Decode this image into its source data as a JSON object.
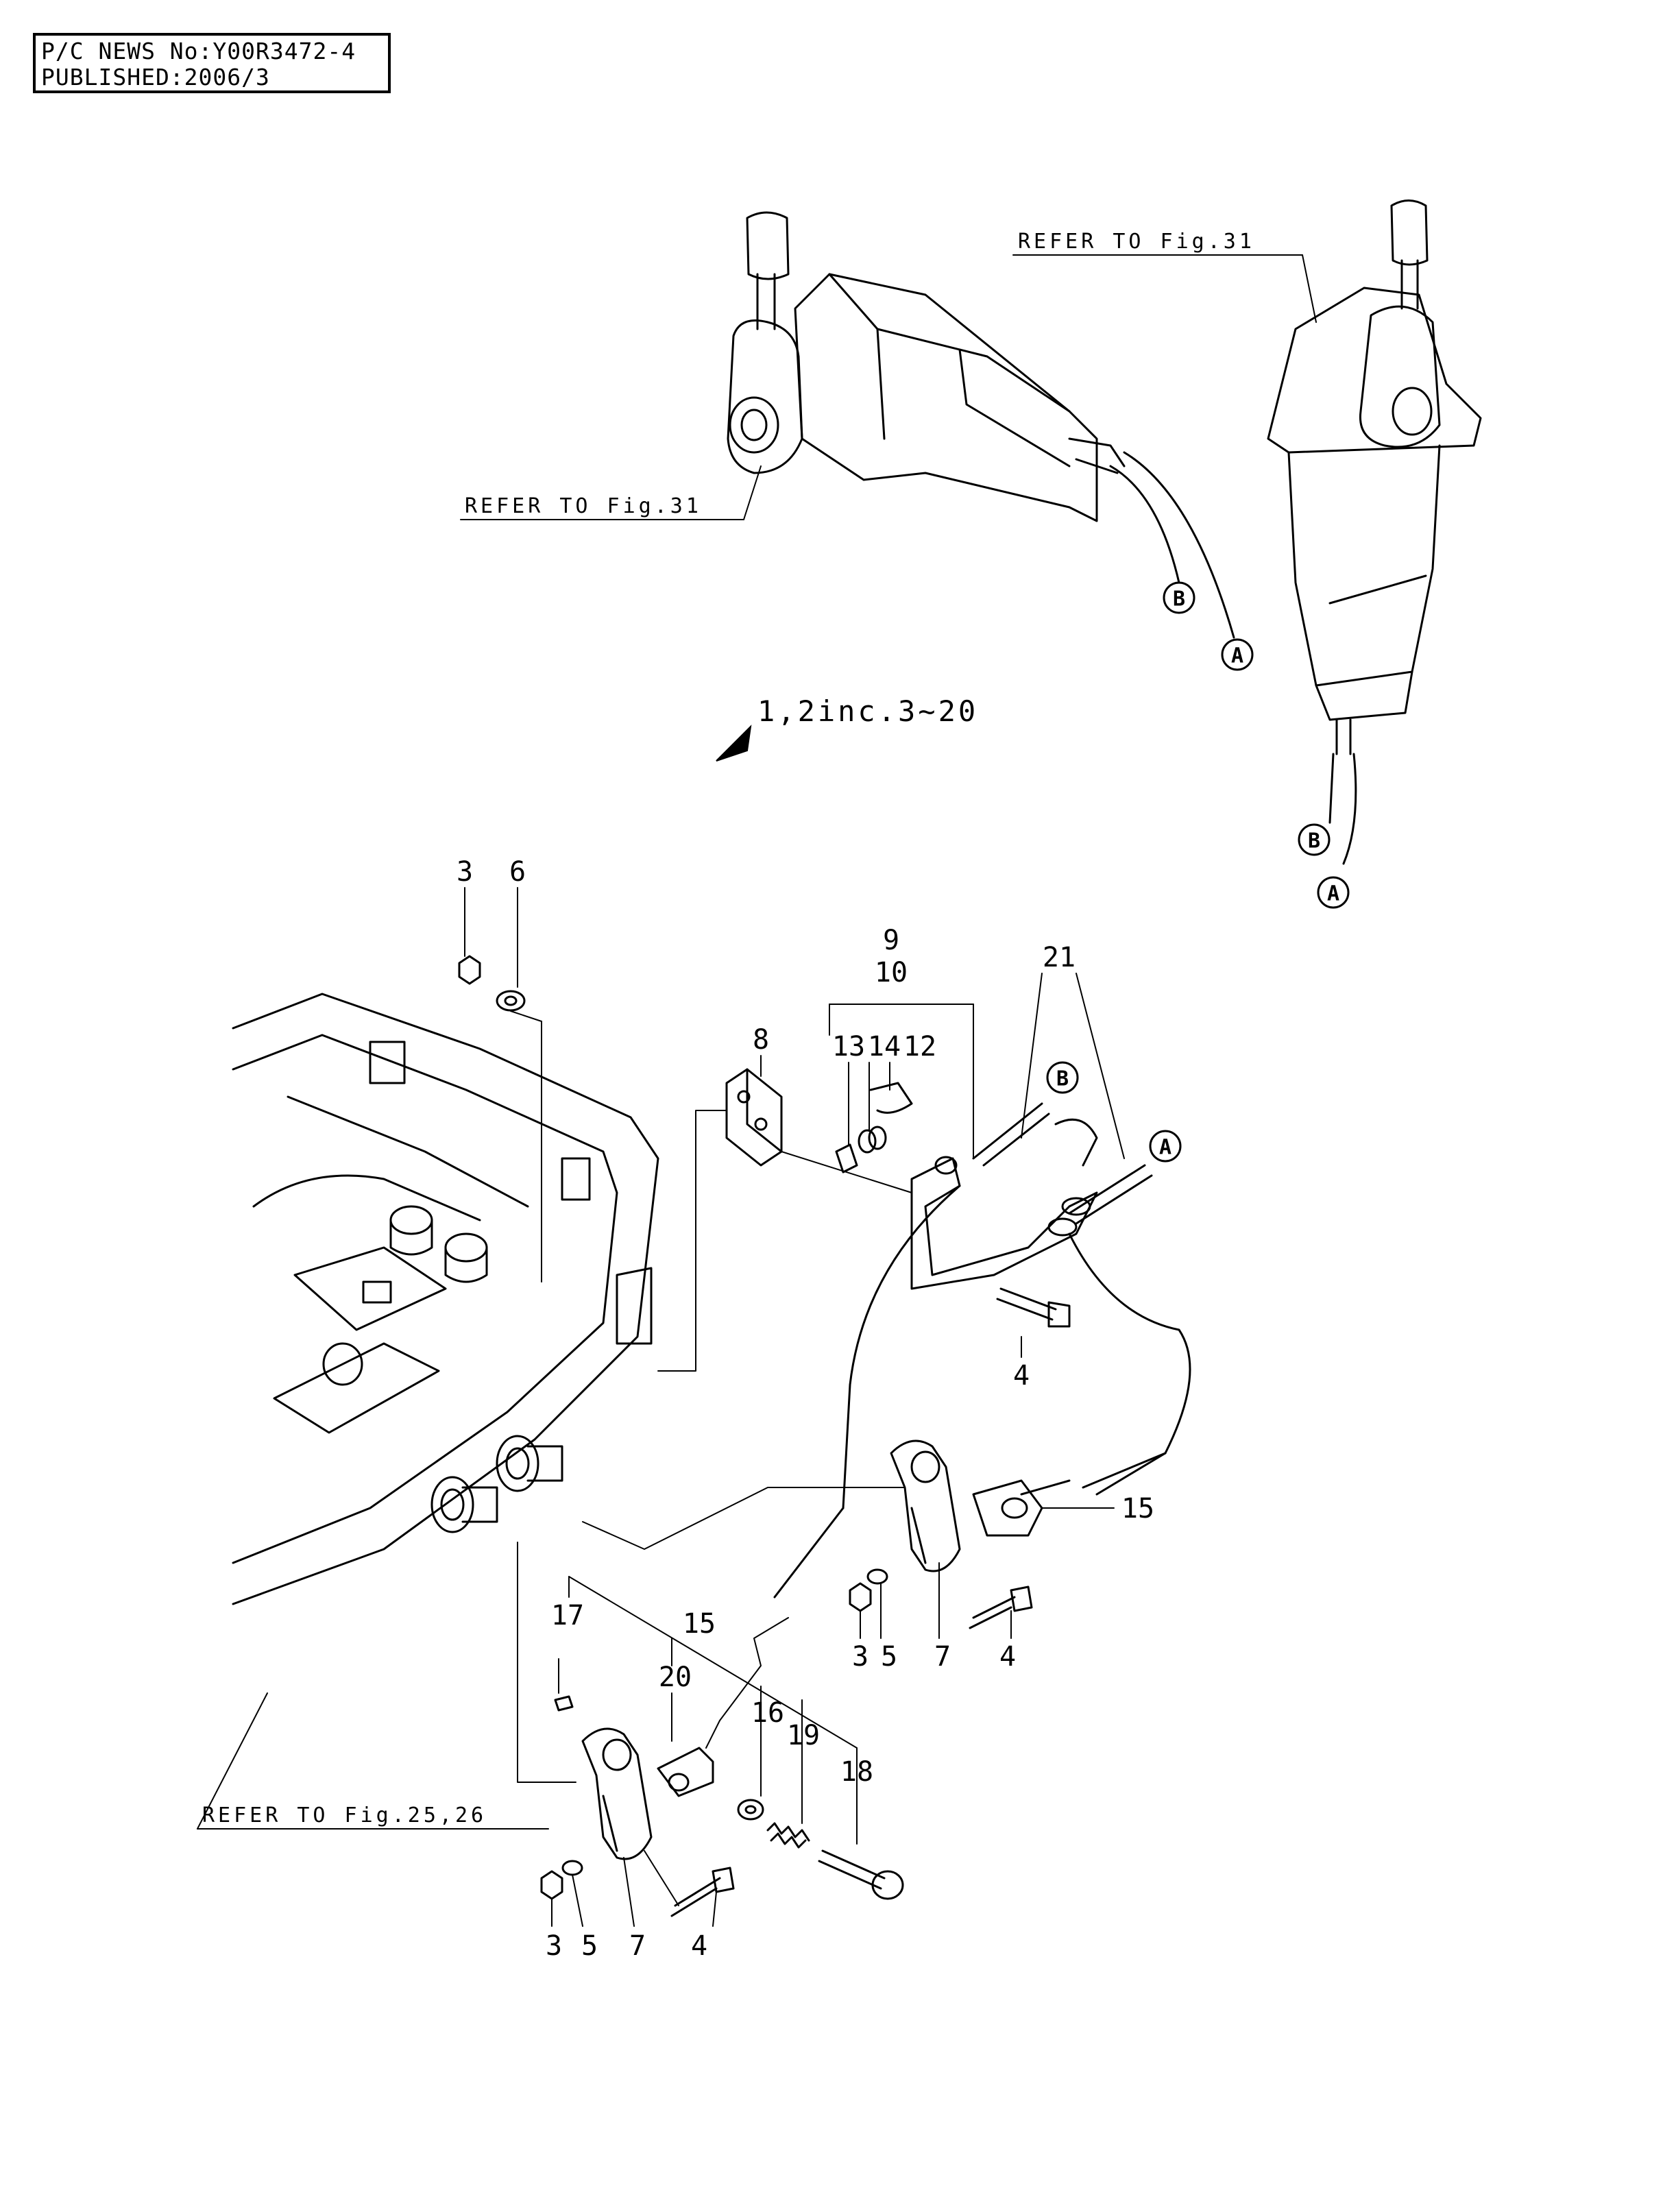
{
  "header": {
    "news_line": "P/C NEWS No:Y00R3472-4",
    "published_line": "PUBLISHED:2006/3"
  },
  "refs": {
    "top_left": "REFER TO Fig.31",
    "top_right": "REFER TO Fig.31",
    "bottom_left": "REFER TO Fig.25,26"
  },
  "assembly_label": "1,2inc.3~20",
  "callouts": {
    "A": "A",
    "B": "B"
  },
  "part_numbers": {
    "p3_top": "3",
    "p6_top": "6",
    "p8": "8",
    "p9": "9",
    "p10": "10",
    "p13": "13",
    "p14": "14",
    "p12": "12",
    "p21": "21",
    "p4_mid": "4",
    "p15_right": "15",
    "p3_mid": "3",
    "p5_mid": "5",
    "p7_mid": "7",
    "p4_mid2": "4",
    "p17": "17",
    "p15_low": "15",
    "p20": "20",
    "p16": "16",
    "p19": "19",
    "p18": "18",
    "p3_low": "3",
    "p5_low": "5",
    "p7_low": "7",
    "p4_low": "4"
  }
}
